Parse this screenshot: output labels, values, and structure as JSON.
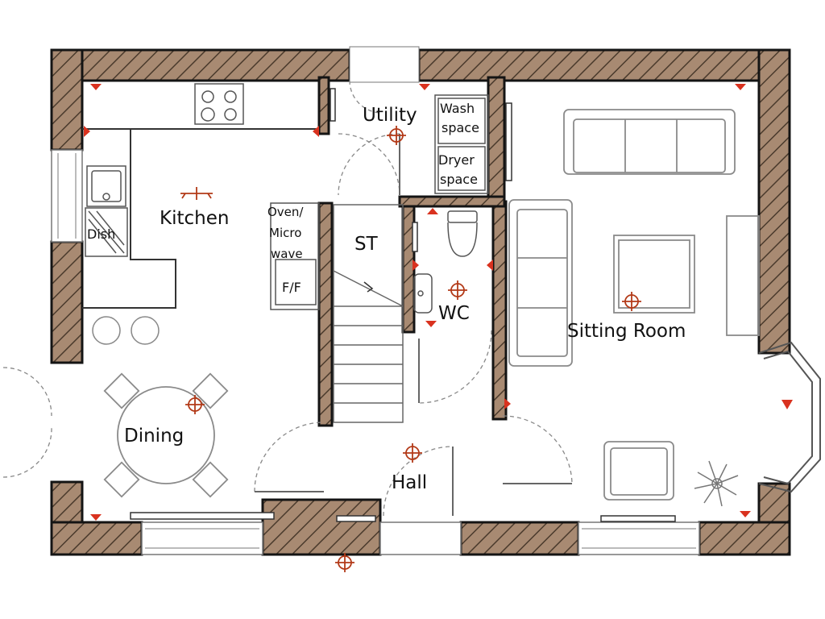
{
  "labels": {
    "kitchen": "Kitchen",
    "utility": "Utility",
    "wash_space": [
      "Wash",
      "space"
    ],
    "dryer_space": [
      "Dryer",
      "space"
    ],
    "oven_micro_wave": [
      "Oven/",
      "Micro",
      "wave"
    ],
    "ff": "F/F",
    "dish": "Dish",
    "st": "ST",
    "wc": "WC",
    "sitting_room": "Sitting Room",
    "dining": "Dining",
    "hall": "Hall"
  },
  "colors": {
    "wall_fill": "#a88a72",
    "wall_stroke": "#141414",
    "furniture": "#9a9a9a",
    "light_symbol": "#b33a18",
    "marker": "#d9321f",
    "radiator": "#333333"
  },
  "icons": [
    "light-fitting-icon",
    "socket-marker-icon",
    "radiator-icon",
    "hob-icon",
    "sink-icon",
    "toilet-icon",
    "sofa-icon",
    "armchair-icon",
    "plant-icon",
    "dining-chair-icon",
    "door-swing-icon"
  ]
}
